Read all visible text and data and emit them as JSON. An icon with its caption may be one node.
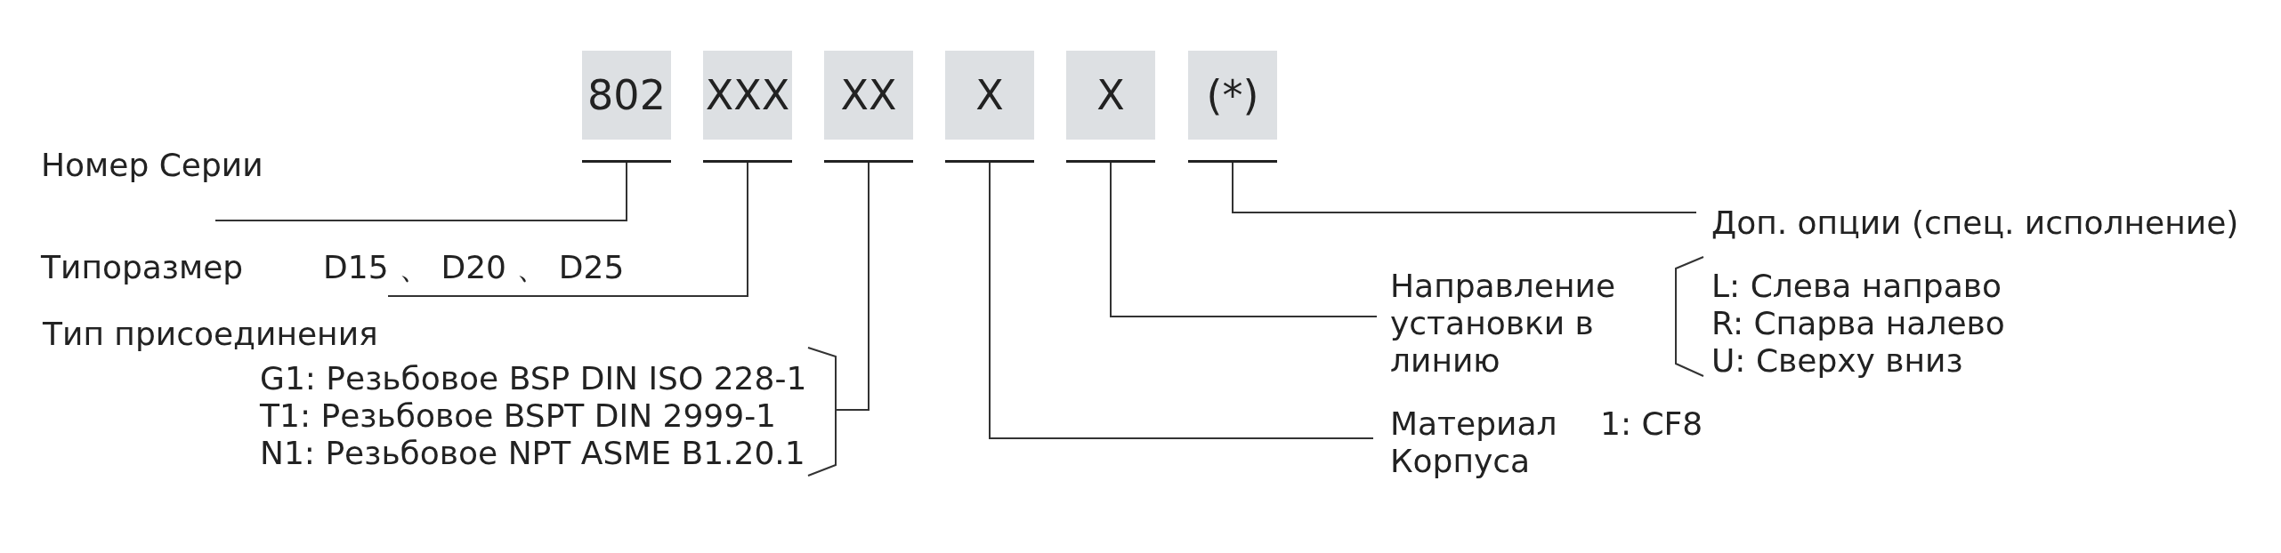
{
  "diagram": {
    "nodes": [
      {
        "text": [
          "802"
        ]
      },
      {
        "text": [
          "XXX"
        ]
      },
      {
        "text": [
          "XX"
        ]
      },
      {
        "text": [
          "X"
        ]
      },
      {
        "text": [
          "X"
        ]
      },
      {
        "text": [
          "(*)"
        ]
      },
      {
        "text": [
          "Номер Серии"
        ]
      },
      {
        "text": [
          "Доп. опции (спец. исполнение)"
        ]
      },
      {
        "text": [
          "Типоразмер",
          "D15 、 D20 、 D25"
        ]
      },
      {
        "text": [
          "Направление установки в линию",
          "L: Слева направо",
          "R: Спарва налево",
          "U: Сверху вниз"
        ]
      },
      {
        "text": [
          "Тип присоединения",
          "G1: Резьбовое BSP DIN ISO 228-1",
          "T1: Резьбовое BSPT DIN 2999-1",
          "N1: Резьбовое NPT ASME B1.20.1"
        ]
      },
      {
        "text": [
          "Материал Корпуса",
          "1: CF8"
        ]
      }
    ],
    "edges": [
      {
        "from": 0,
        "to": 6,
        "arrow": "none"
      },
      {
        "from": 1,
        "to": 8,
        "arrow": "none"
      },
      {
        "from": 2,
        "to": 10,
        "arrow": "none"
      },
      {
        "from": 3,
        "to": 11,
        "arrow": "none"
      },
      {
        "from": 4,
        "to": 9,
        "arrow": "none"
      },
      {
        "from": 5,
        "to": 7,
        "arrow": "none"
      }
    ]
  }
}
